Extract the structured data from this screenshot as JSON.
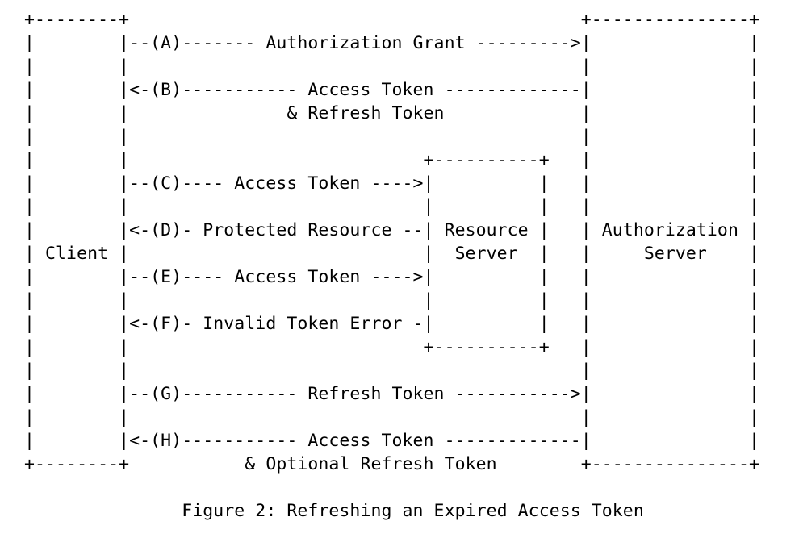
{
  "diagram": {
    "lines": [
      "+--------+                                           +---------------+",
      "|        |--(A)------- Authorization Grant --------->|               |",
      "|        |                                           |               |",
      "|        |<-(B)----------- Access Token -------------|               |",
      "|        |               & Refresh Token             |               |",
      "|        |                                           |               |",
      "|        |                            +----------+   |               |",
      "|        |--(C)---- Access Token ---->|          |   |               |",
      "|        |                            |          |   |               |",
      "|        |<-(D)- Protected Resource --| Resource |   | Authorization |",
      "| Client |                            |  Server  |   |     Server    |",
      "|        |--(E)---- Access Token ---->|          |   |               |",
      "|        |                            |          |   |               |",
      "|        |<-(F)- Invalid Token Error -|          |   |               |",
      "|        |                            +----------+   |               |",
      "|        |                                           |               |",
      "|        |--(G)----------- Refresh Token ----------->|               |",
      "|        |                                           |               |",
      "|        |<-(H)----------- Access Token -------------|               |",
      "+--------+           & Optional Refresh Token        +---------------+"
    ],
    "caption": "               Figure 2: Refreshing an Expired Access Token"
  }
}
